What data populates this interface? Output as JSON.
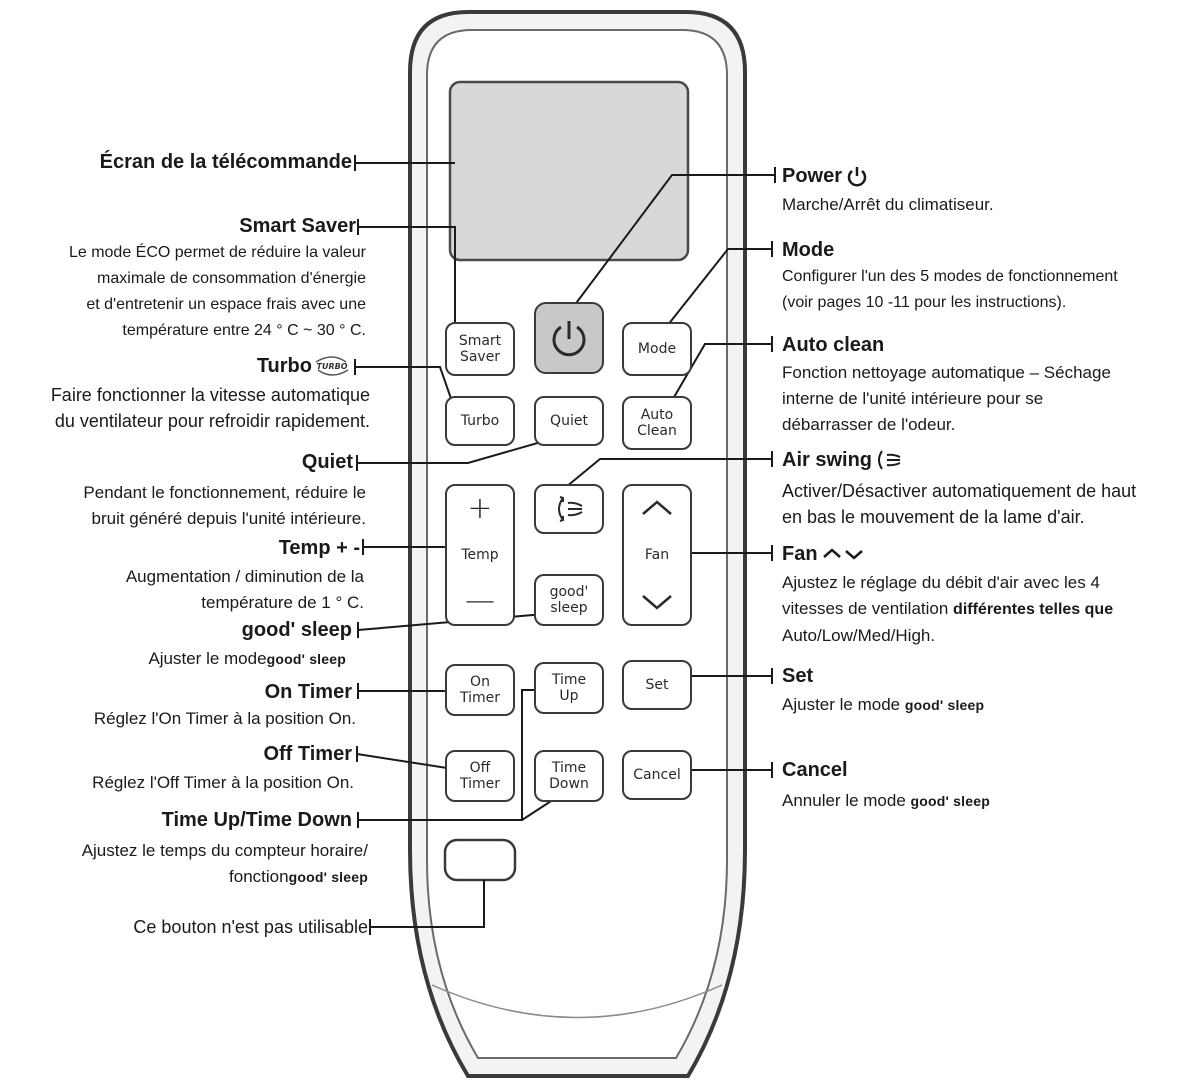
{
  "buttons": {
    "smart_saver": [
      "Smart",
      "Saver"
    ],
    "mode": "Mode",
    "turbo": "Turbo",
    "quiet": "Quiet",
    "auto_clean": [
      "Auto",
      "Clean"
    ],
    "temp_plus": "+",
    "temp": "Temp",
    "temp_minus": "—",
    "fan": "Fan",
    "good_sleep": [
      "good'",
      "sleep"
    ],
    "on_timer": [
      "On",
      "Timer"
    ],
    "time_up": [
      "Time",
      "Up"
    ],
    "set": "Set",
    "off_timer": [
      "Off",
      "Timer"
    ],
    "time_down": [
      "Time",
      "Down"
    ],
    "cancel": "Cancel"
  },
  "labels": {
    "screen": "Écran de la télécommande",
    "smart_saver": {
      "title": "Smart Saver",
      "desc": [
        "Le mode ÉCO permet de réduire la valeur",
        "maximale de consommation d'énergie",
        "et d'entretenir un espace frais avec une",
        "température entre 24 ° C ~ 30 ° C."
      ]
    },
    "turbo": {
      "title": "Turbo",
      "badge": "TURBO",
      "desc": [
        "Faire fonctionner la vitesse automatique",
        "du ventilateur pour refroidir rapidement."
      ]
    },
    "quiet": {
      "title": "Quiet",
      "desc": [
        "Pendant le fonctionnement, réduire le",
        "bruit généré depuis l'unité intérieure."
      ]
    },
    "temp": {
      "title": "Temp + -",
      "desc": [
        "Augmentation / diminution de la",
        "température de 1 ° C."
      ]
    },
    "good_sleep": {
      "title": "good' sleep",
      "desc_prefix": "Ajuster le mode",
      "desc_highlight": "good' sleep"
    },
    "on_timer": {
      "title": "On Timer",
      "desc": "Réglez l'On Timer à la position On."
    },
    "off_timer": {
      "title": "Off Timer",
      "desc": "Réglez l'Off Timer à la position On."
    },
    "time_up_down": {
      "title": "Time Up/Time Down",
      "desc1": "Ajustez le temps du compteur horaire/",
      "desc2_prefix": "fonction",
      "desc2_highlight": "good' sleep"
    },
    "unused": "Ce bouton n'est pas utilisable",
    "power": {
      "title": "Power",
      "desc": "Marche/Arrêt du climatiseur."
    },
    "mode": {
      "title": "Mode",
      "desc": [
        "Configurer l'un des 5 modes de fonctionnement",
        "(voir pages 10 -11 pour les instructions)."
      ]
    },
    "auto_clean": {
      "title": "Auto clean",
      "desc": [
        "Fonction nettoyage automatique – Séchage",
        "interne de l'unité intérieure pour se",
        "débarrasser de l'odeur."
      ]
    },
    "air_swing": {
      "title": "Air swing",
      "desc": [
        "Activer/Désactiver automatiquement de haut",
        "en bas le mouvement de la lame d'air."
      ]
    },
    "fan": {
      "title": "Fan",
      "desc_line1": "Ajustez le réglage du débit d'air avec les 4",
      "desc_line2_prefix": "vitesses de ventilation ",
      "desc_line2_bold": "différentes telles que",
      "desc_line3": "Auto/Low/Med/High."
    },
    "set": {
      "title": "Set",
      "desc_prefix": "Ajuster le mode ",
      "desc_highlight": "good' sleep"
    },
    "cancel": {
      "title": "Cancel",
      "desc_prefix": "Annuler le mode ",
      "desc_highlight": "good' sleep"
    }
  },
  "icons": {
    "power": "power-icon",
    "turbo": "turbo-badge-icon",
    "air_swing": "air-swing-icon",
    "fan": "fan-up-down-icon"
  }
}
